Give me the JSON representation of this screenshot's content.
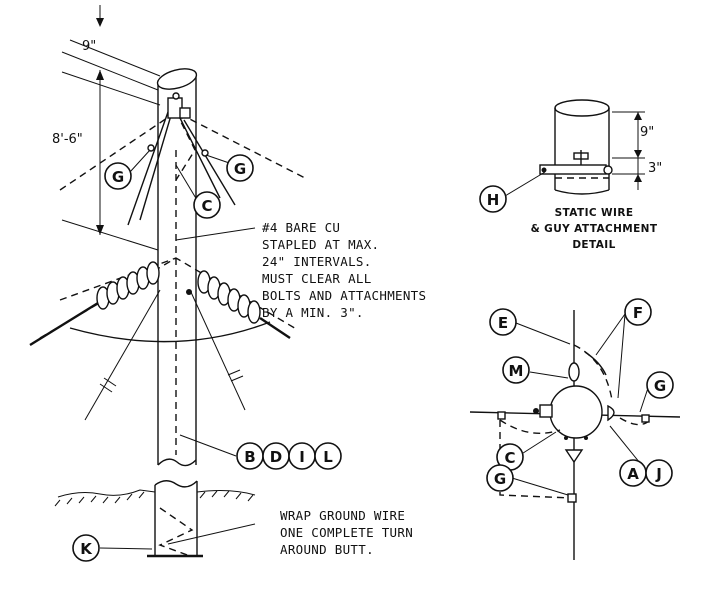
{
  "dimensions": {
    "pole_top_width": "9\"",
    "ground_lead_length": "8'-6\"",
    "detail_top": "9\"",
    "detail_bottom": "3\""
  },
  "notes": {
    "conductor": [
      "#4 BARE CU",
      "STAPLED AT MAX.",
      "24\" INTERVALS.",
      "MUST CLEAR ALL",
      "BOLTS AND ATTACHMENTS",
      "BY A MIN. 3\"."
    ],
    "butt_wrap": [
      "WRAP GROUND WIRE",
      "ONE COMPLETE TURN",
      "AROUND BUTT."
    ]
  },
  "detail_caption": [
    "STATIC WIRE",
    "& GUY ATTACHMENT",
    "DETAIL"
  ],
  "callouts": {
    "g_left": "G",
    "g_right": "G",
    "c_main": "C",
    "b": "B",
    "d": "D",
    "i": "I",
    "l": "L",
    "k": "K",
    "h": "H",
    "e": "E",
    "f": "F",
    "m": "M",
    "g_plan_right": "G",
    "c_plan": "C",
    "a": "A",
    "j": "J",
    "g_plan_bottom": "G"
  }
}
